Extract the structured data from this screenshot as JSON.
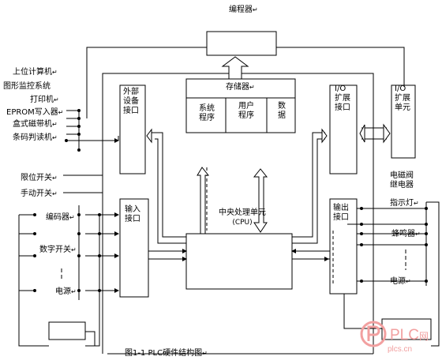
{
  "labels": {
    "programmer": "编程器",
    "host_computer": "上位计算机",
    "graphic_monitor": "图形监控系统",
    "printer": "打印机",
    "eprom_writer": "EPROM写入器",
    "tape_drive": "盒式磁带机",
    "barcode_reader": "条码判读机",
    "limit_switch": "限位开关",
    "manual_switch": "手动开关",
    "encoder": "编码器",
    "digital_switch": "数字开关",
    "power_in": "电源",
    "peripheral_interface": [
      "外部",
      "设备",
      "接口"
    ],
    "memory": "存储器",
    "system_program": [
      "系统",
      "程序"
    ],
    "user_program": [
      "用户",
      "程序"
    ],
    "data": [
      "数",
      "据"
    ],
    "io_expansion_interface": [
      "I/O",
      "扩展",
      "接口"
    ],
    "io_expansion_unit": [
      "I/O",
      "扩展",
      "单元"
    ],
    "input_interface": [
      "输入",
      "接口"
    ],
    "cpu": [
      "中央处理单元",
      "(CPU)"
    ],
    "output_interface": [
      "输出",
      "接口"
    ],
    "solenoid_relay": [
      "电磁阀",
      "继电器"
    ],
    "indicator": "指示灯",
    "buzzer": "蜂鸣器",
    "power_out": "电源",
    "caption": "图1-1  PLC硬件结构图"
  },
  "paragraph_mark": "↵",
  "watermark": {
    "brand": "PLC",
    "suffix": "网",
    "url": "plcs.cn"
  },
  "colors": {
    "line": "#000000",
    "watermark": "#f2a0a0"
  }
}
